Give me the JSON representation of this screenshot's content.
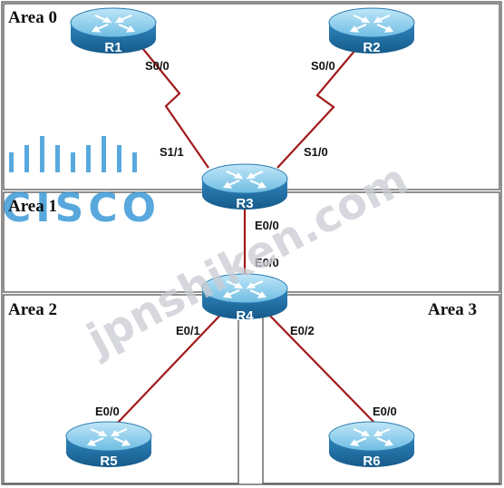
{
  "areas": {
    "area0": "Area 0",
    "area1": "Area 1",
    "area2": "Area 2",
    "area3": "Area 3"
  },
  "routers": {
    "r1": "R1",
    "r2": "R2",
    "r3": "R3",
    "r4": "R4",
    "r5": "R5",
    "r6": "R6"
  },
  "interfaces": {
    "r1_s00": "S0/0",
    "r2_s00": "S0/0",
    "r3_s11": "S1/1",
    "r3_s10": "S1/0",
    "r3_e00": "E0/0",
    "r4_e00": "E0/0",
    "r4_e01": "E0/1",
    "r4_e02": "E0/2",
    "r5_e00": "E0/0",
    "r6_e00": "E0/0"
  },
  "watermark": {
    "logo": "CISCO",
    "site": "jpnshiken.com"
  },
  "colors": {
    "link": "#a11a1a",
    "router_top": "#8fd0ef",
    "router_body": "#1f6fa5",
    "logo": "#3b9ad8"
  }
}
